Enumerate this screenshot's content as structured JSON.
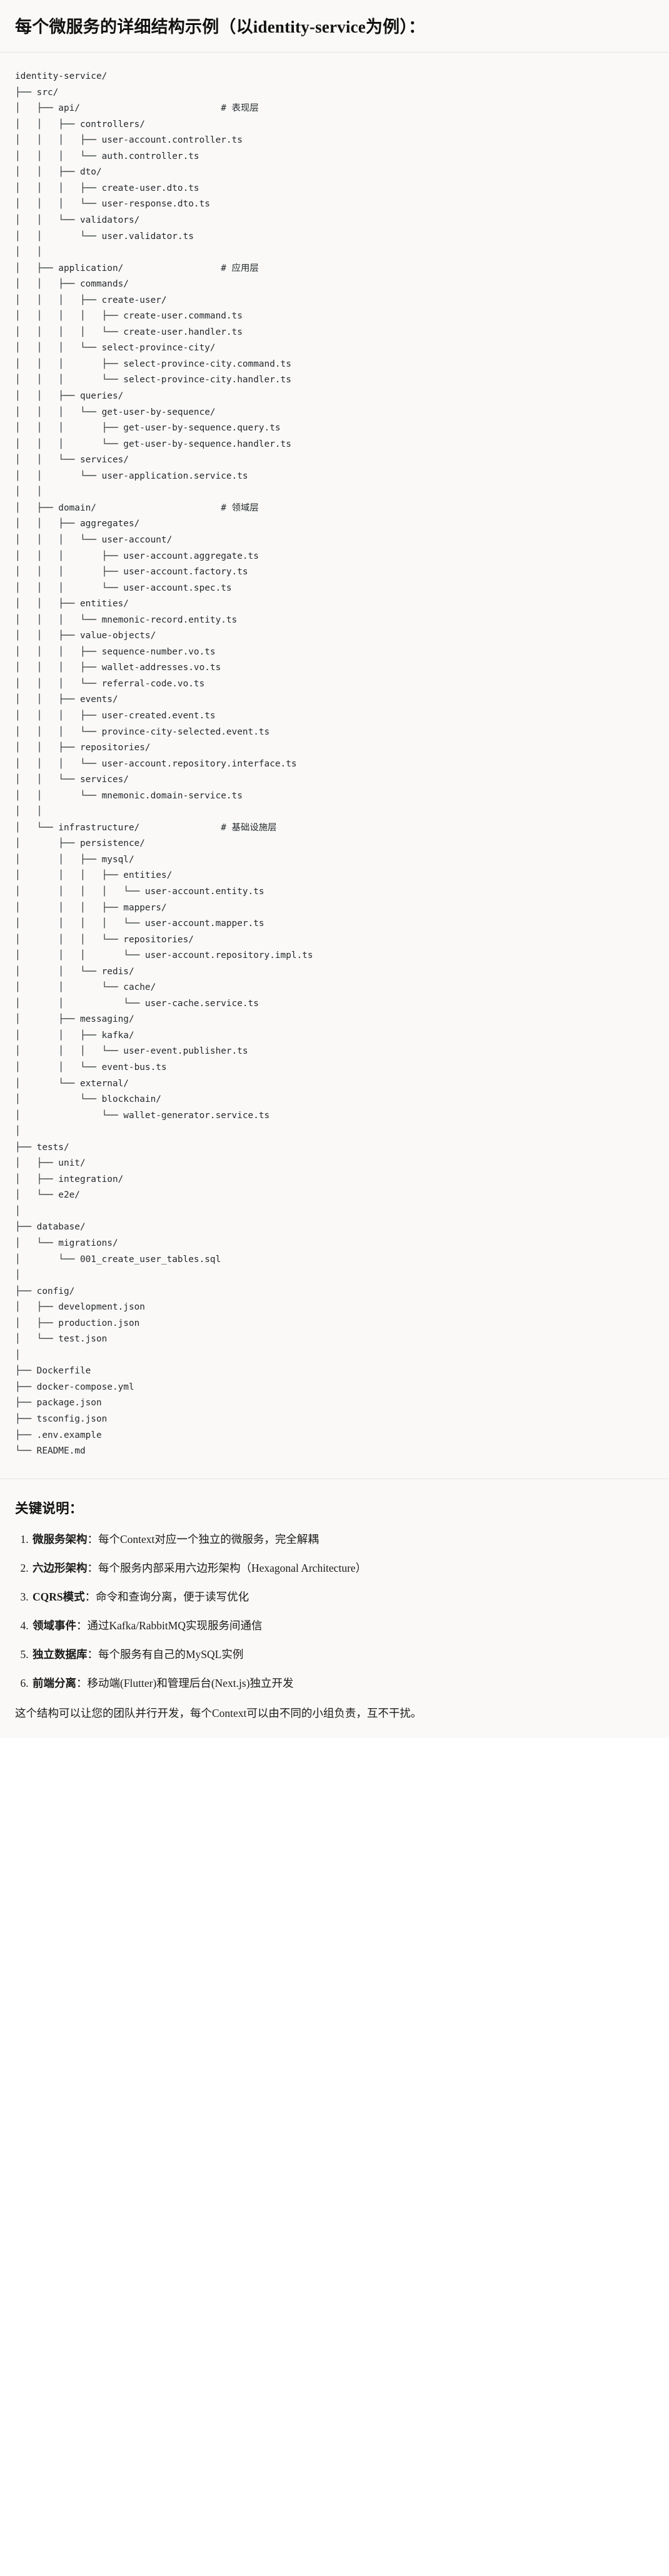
{
  "header": {
    "title": "每个微服务的详细结构示例（以identity-service为例）："
  },
  "tree": {
    "text": "identity-service/\n├── src/\n│   ├── api/                          # 表现层\n│   │   ├── controllers/\n│   │   │   ├── user-account.controller.ts\n│   │   │   └── auth.controller.ts\n│   │   ├── dto/\n│   │   │   ├── create-user.dto.ts\n│   │   │   └── user-response.dto.ts\n│   │   └── validators/\n│   │       └── user.validator.ts\n│   │\n│   ├── application/                  # 应用层\n│   │   ├── commands/\n│   │   │   ├── create-user/\n│   │   │   │   ├── create-user.command.ts\n│   │   │   │   └── create-user.handler.ts\n│   │   │   └── select-province-city/\n│   │   │       ├── select-province-city.command.ts\n│   │   │       └── select-province-city.handler.ts\n│   │   ├── queries/\n│   │   │   └── get-user-by-sequence/\n│   │   │       ├── get-user-by-sequence.query.ts\n│   │   │       └── get-user-by-sequence.handler.ts\n│   │   └── services/\n│   │       └── user-application.service.ts\n│   │\n│   ├── domain/                       # 领域层\n│   │   ├── aggregates/\n│   │   │   └── user-account/\n│   │   │       ├── user-account.aggregate.ts\n│   │   │       ├── user-account.factory.ts\n│   │   │       └── user-account.spec.ts\n│   │   ├── entities/\n│   │   │   └── mnemonic-record.entity.ts\n│   │   ├── value-objects/\n│   │   │   ├── sequence-number.vo.ts\n│   │   │   ├── wallet-addresses.vo.ts\n│   │   │   └── referral-code.vo.ts\n│   │   ├── events/\n│   │   │   ├── user-created.event.ts\n│   │   │   └── province-city-selected.event.ts\n│   │   ├── repositories/\n│   │   │   └── user-account.repository.interface.ts\n│   │   └── services/\n│   │       └── mnemonic.domain-service.ts\n│   │\n│   └── infrastructure/               # 基础设施层\n│       ├── persistence/\n│       │   ├── mysql/\n│       │   │   ├── entities/\n│       │   │   │   └── user-account.entity.ts\n│       │   │   ├── mappers/\n│       │   │   │   └── user-account.mapper.ts\n│       │   │   └── repositories/\n│       │   │       └── user-account.repository.impl.ts\n│       │   └── redis/\n│       │       └── cache/\n│       │           └── user-cache.service.ts\n│       ├── messaging/\n│       │   ├── kafka/\n│       │   │   └── user-event.publisher.ts\n│       │   └── event-bus.ts\n│       └── external/\n│           └── blockchain/\n│               └── wallet-generator.service.ts\n│\n├── tests/\n│   ├── unit/\n│   ├── integration/\n│   └── e2e/\n│\n├── database/\n│   └── migrations/\n│       └── 001_create_user_tables.sql\n│\n├── config/\n│   ├── development.json\n│   ├── production.json\n│   └── test.json\n│\n├── Dockerfile\n├── docker-compose.yml\n├── package.json\n├── tsconfig.json\n├── .env.example\n└── README.md",
    "comments": [
      "# 表现层",
      "# 应用层",
      "# 领域层",
      "# 基础设施层"
    ],
    "root": "identity-service/"
  },
  "notes": {
    "heading": "关键说明：",
    "items": [
      {
        "term": "微服务架构",
        "desc": "：每个Context对应一个独立的微服务，完全解耦"
      },
      {
        "term": "六边形架构",
        "desc": "：每个服务内部采用六边形架构（Hexagonal Architecture）"
      },
      {
        "term": "CQRS模式",
        "desc": "：命令和查询分离，便于读写优化"
      },
      {
        "term": "领域事件",
        "desc": "：通过Kafka/RabbitMQ实现服务间通信"
      },
      {
        "term": "独立数据库",
        "desc": "：每个服务有自己的MySQL实例"
      },
      {
        "term": "前端分离",
        "desc": "：移动端(Flutter)和管理后台(Next.js)独立开发"
      }
    ],
    "closing": "这个结构可以让您的团队并行开发，每个Context可以由不同的小组负责，互不干扰。"
  }
}
